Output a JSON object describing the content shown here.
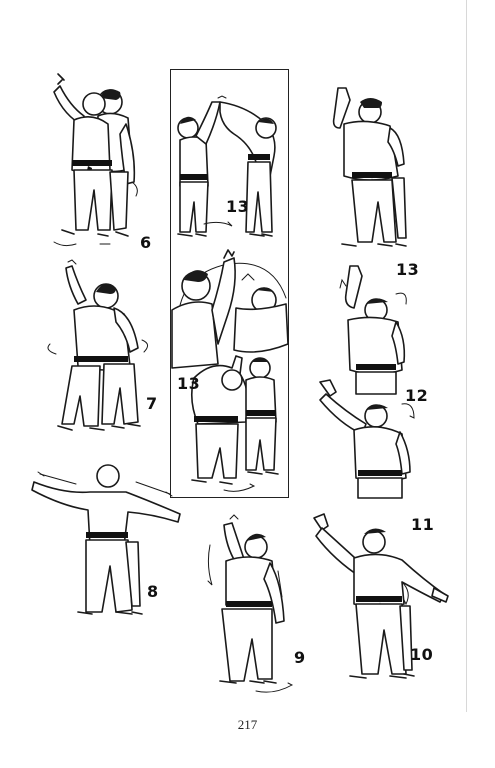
{
  "figures": [
    {
      "id": "fig-6",
      "label": "6"
    },
    {
      "id": "fig-7",
      "label": "7"
    },
    {
      "id": "fig-8",
      "label": "8"
    },
    {
      "id": "fig-13-top",
      "label": "13"
    },
    {
      "id": "fig-13-panel",
      "label": "13"
    },
    {
      "id": "fig-9",
      "label": "9"
    },
    {
      "id": "fig-13-right",
      "label": "13"
    },
    {
      "id": "fig-12",
      "label": "12"
    },
    {
      "id": "fig-11",
      "label": "11"
    },
    {
      "id": "fig-10",
      "label": "10"
    }
  ],
  "page_number": "217",
  "colors": {
    "ink": "#1a1a1a",
    "paper": "#ffffff",
    "belt": "#111111"
  }
}
